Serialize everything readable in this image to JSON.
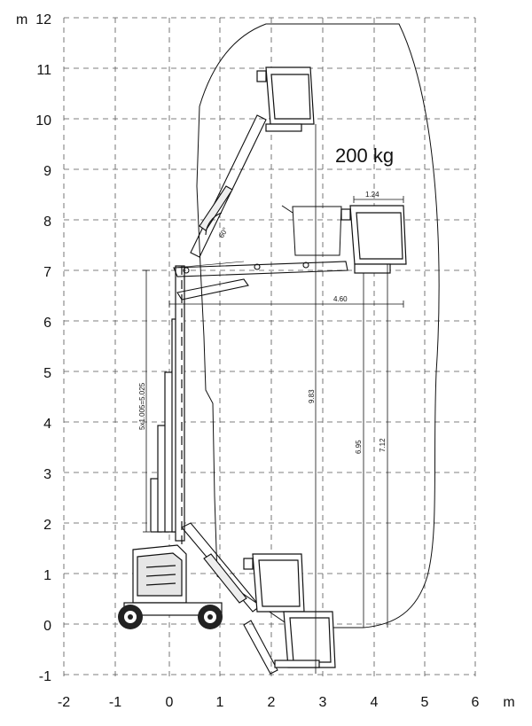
{
  "axes": {
    "y_unit": "m",
    "x_unit": "m",
    "y_ticks": [
      "12",
      "11",
      "10",
      "9",
      "8",
      "7",
      "6",
      "5",
      "4",
      "3",
      "2",
      "1",
      "0",
      "-1"
    ],
    "x_ticks": [
      "-2",
      "-1",
      "0",
      "1",
      "2",
      "3",
      "4",
      "5",
      "6"
    ]
  },
  "capacity_label": "200 kg",
  "dimensions": {
    "platform_width": "1.24",
    "outreach": "4.60",
    "height_max": "9.83",
    "height_a": "6.95",
    "height_b": "7.12",
    "mast": "5x1.005=5.025",
    "angle": "60°"
  },
  "colors": {
    "ink": "#111111",
    "grid": "#555555"
  }
}
